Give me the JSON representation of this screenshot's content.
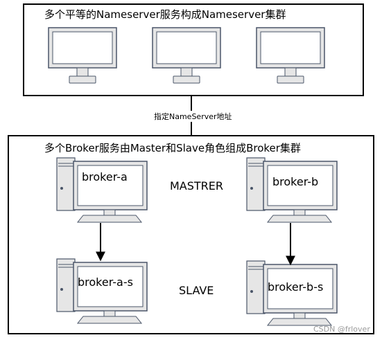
{
  "nameserver_cluster": {
    "title": "多个平等的Nameserver服务构成Nameserver集群",
    "monitor_count": 3
  },
  "connector": {
    "label": "指定NameServer地址"
  },
  "broker_cluster": {
    "title": "多个Broker服务由Master和Slave角色组成Broker集群",
    "role_master": "MASTRER",
    "role_slave": "SLAVE",
    "brokers": [
      {
        "label": "broker-a"
      },
      {
        "label": "broker-b"
      },
      {
        "label": "broker-a-s"
      },
      {
        "label": "broker-b-s"
      }
    ]
  },
  "watermark": "CSDN @frlover",
  "colors": {
    "frame": "#000000",
    "device_fill": "#e6e6e6",
    "device_stroke": "#4a5568",
    "screen_fill": "#ffffff"
  }
}
